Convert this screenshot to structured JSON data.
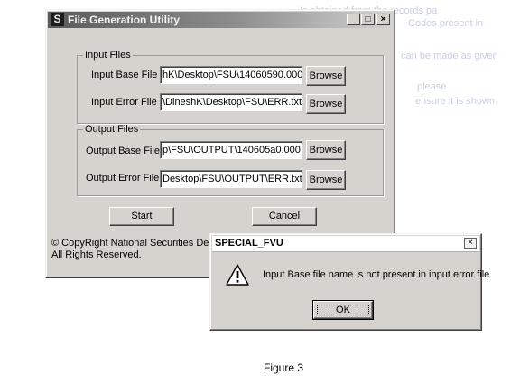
{
  "background": {
    "lines": [
      "Is obtained from the records pa",
      "Codes present in",
      "can be made as given",
      "please",
      "ensure it is shown"
    ]
  },
  "window": {
    "title": "File Generation Utility",
    "controls": {
      "minimize": "_",
      "maximize": "□",
      "close": "×"
    },
    "input_group": {
      "legend": "Input Files",
      "base_label": "Input Base File",
      "base_value": "hK\\Desktop\\FSU\\14060590.000",
      "error_label": "Input Error File",
      "error_value": "\\DineshK\\Desktop\\FSU\\ERR.txt"
    },
    "output_group": {
      "legend": "Output Files",
      "base_label": "Output Base File",
      "base_value": "p\\FSU\\OUTPUT\\140605a0.000",
      "error_label": "Output Error File",
      "error_value": "Desktop\\FSU\\OUTPUT\\ERR.txt"
    },
    "browse_label": "Browse",
    "start_label": "Start",
    "cancel_label": "Cancel",
    "copyright_line1": "© CopyRight National Securities Dep",
    "copyright_line2": "All Rights Reserved."
  },
  "dialog": {
    "title": "SPECIAL_FVU",
    "close": "×",
    "message": "Input Base file name is not present in input error file",
    "ok_label": "OK",
    "icon": "warning-icon"
  },
  "caption": "Figure 3",
  "colors": {
    "window_face": "#d6d3ce",
    "titlebar_start": "#5a5a5a",
    "titlebar_end": "#d2d2d2",
    "background_text": "#c9cfe4"
  }
}
